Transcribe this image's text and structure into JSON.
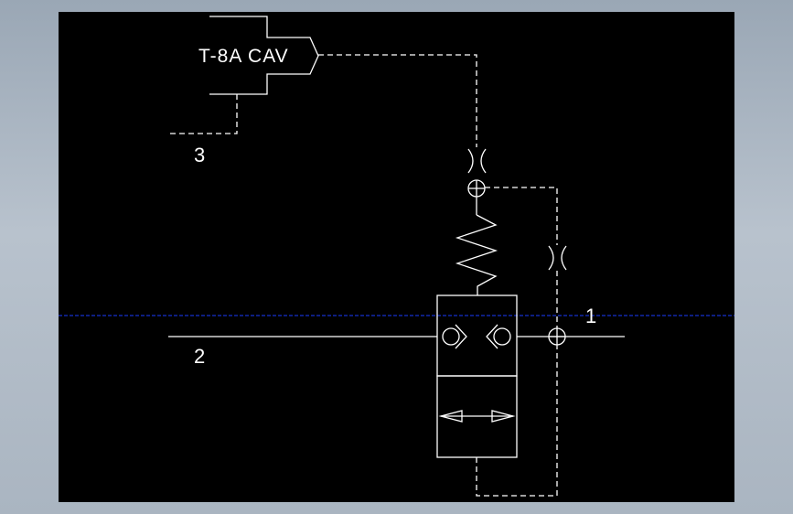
{
  "valve_tag": "T-8A CAV",
  "ports": {
    "port_1": "1",
    "port_2": "2",
    "port_3": "3"
  },
  "colors": {
    "canvas": "#000000",
    "line": "#ffffff",
    "guide_line": "#1a3cff",
    "frame": "#a9b4c0"
  }
}
